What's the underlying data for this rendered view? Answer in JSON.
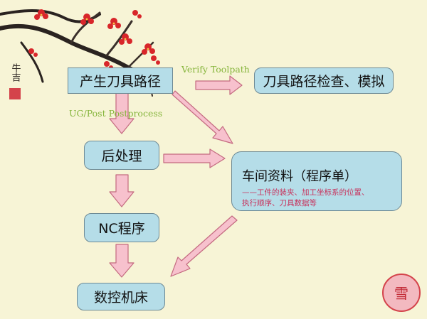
{
  "nodes": {
    "generate": "产生刀具路径",
    "verify": "刀具路径检查、模拟",
    "postprocess": "后处理",
    "nc": "NC程序",
    "machine": "数控机床",
    "documents": {
      "title": "车间资料（程序单）",
      "line1": "——工件的装夹、加工坐标系的位置、",
      "line2": "执行顺序、刀具数据等"
    }
  },
  "edge_labels": {
    "verify": "Verify Toolpath",
    "post": "UG/Post Postprocess"
  },
  "decorations": {
    "seal_left": "牛吉",
    "seal_right": "雪"
  },
  "colors": {
    "background": "#f7f4d6",
    "box_fill": "#b5dde8",
    "arrow_fill": "#f7c1cd",
    "label_green": "#86b53c",
    "note_text": "#c8305a"
  }
}
